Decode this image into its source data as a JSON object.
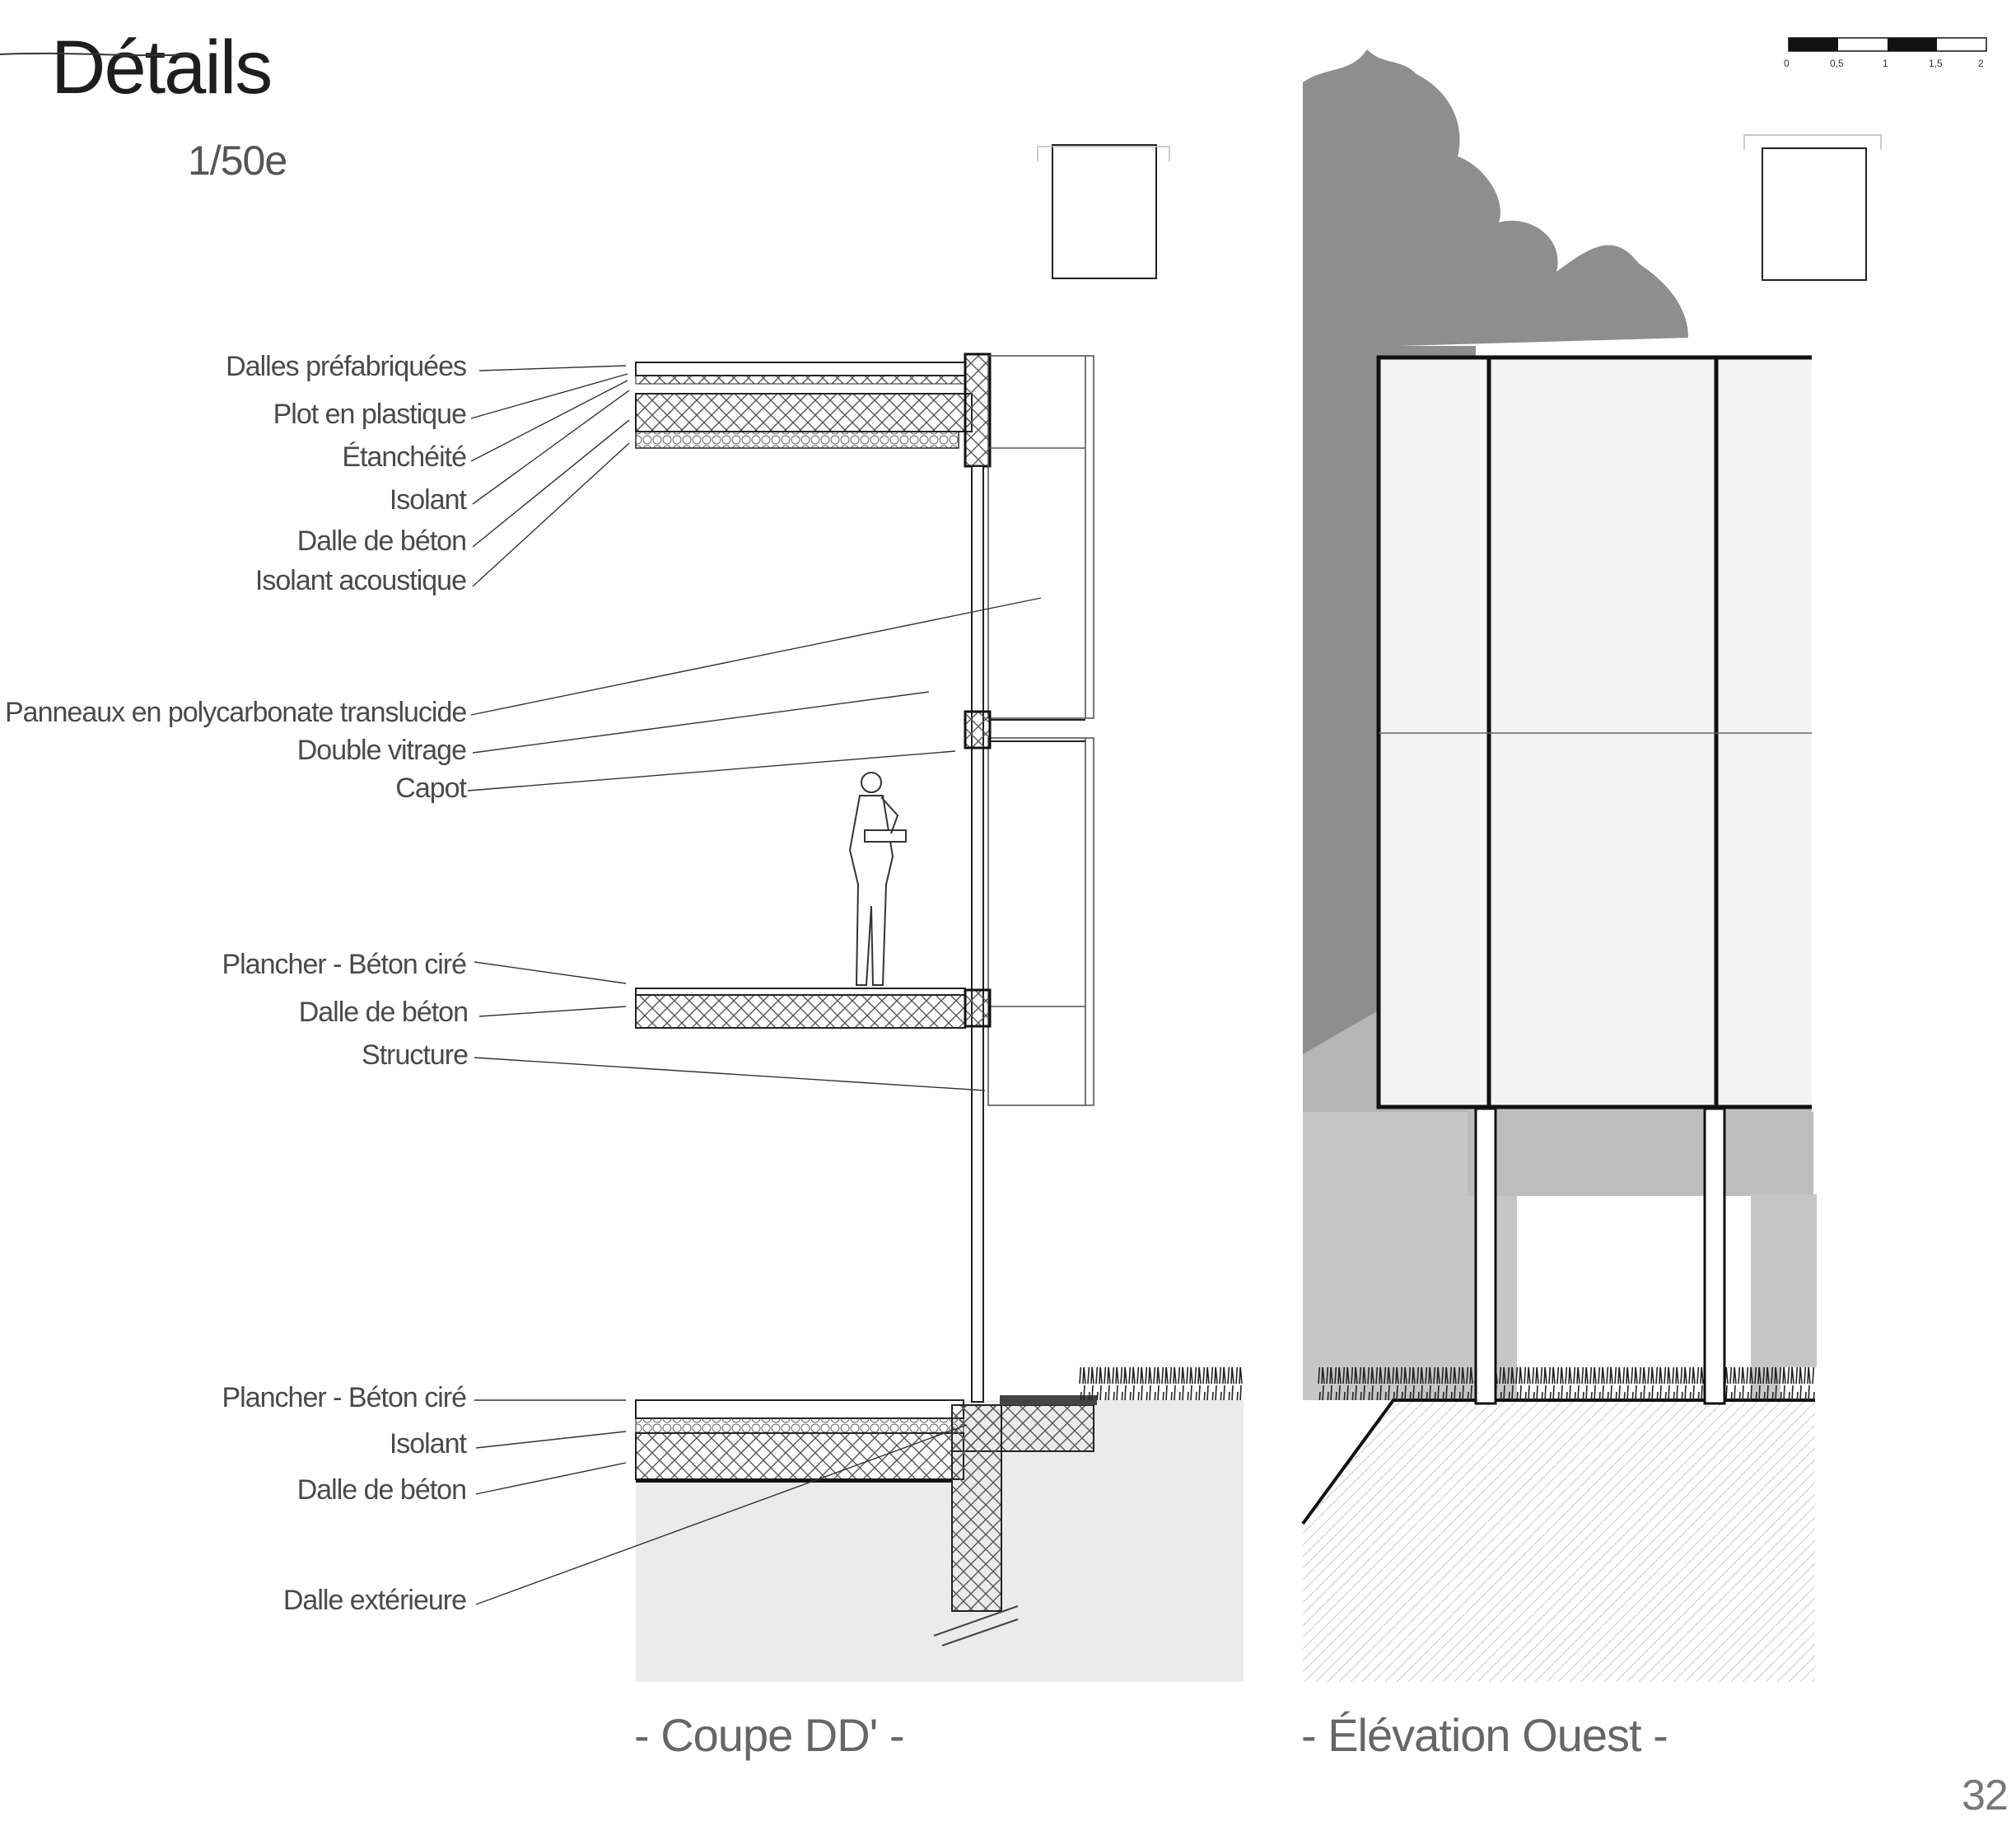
{
  "title": "Détails",
  "scale": "1/50e",
  "page_number": "32",
  "scale_bar": {
    "ticks": [
      "0",
      "0,5",
      "1",
      "1,5",
      "2"
    ]
  },
  "section": {
    "caption": "- Coupe DD' -",
    "roof_labels": [
      "Dalles préfabriquées",
      "Plot en plastique",
      "Étanchéité",
      "Isolant",
      "Dalle de béton",
      "Isolant acoustique"
    ],
    "facade_labels": [
      "Panneaux en polycarbonate translucide",
      "Double vitrage",
      "Capot"
    ],
    "floor_labels": [
      "Plancher  - Béton ciré",
      "Dalle de béton",
      "Structure"
    ],
    "ground_labels": [
      "Plancher  - Béton ciré",
      "Isolant",
      "Dalle de béton",
      "Dalle extérieure"
    ]
  },
  "elevation": {
    "caption": "- Élévation Ouest -"
  },
  "colors": {
    "ground_fill": "#e9e9e9",
    "tree": "#8e8e8e",
    "panel": "#f3f3f3",
    "shadow": "#c4c4c4"
  }
}
